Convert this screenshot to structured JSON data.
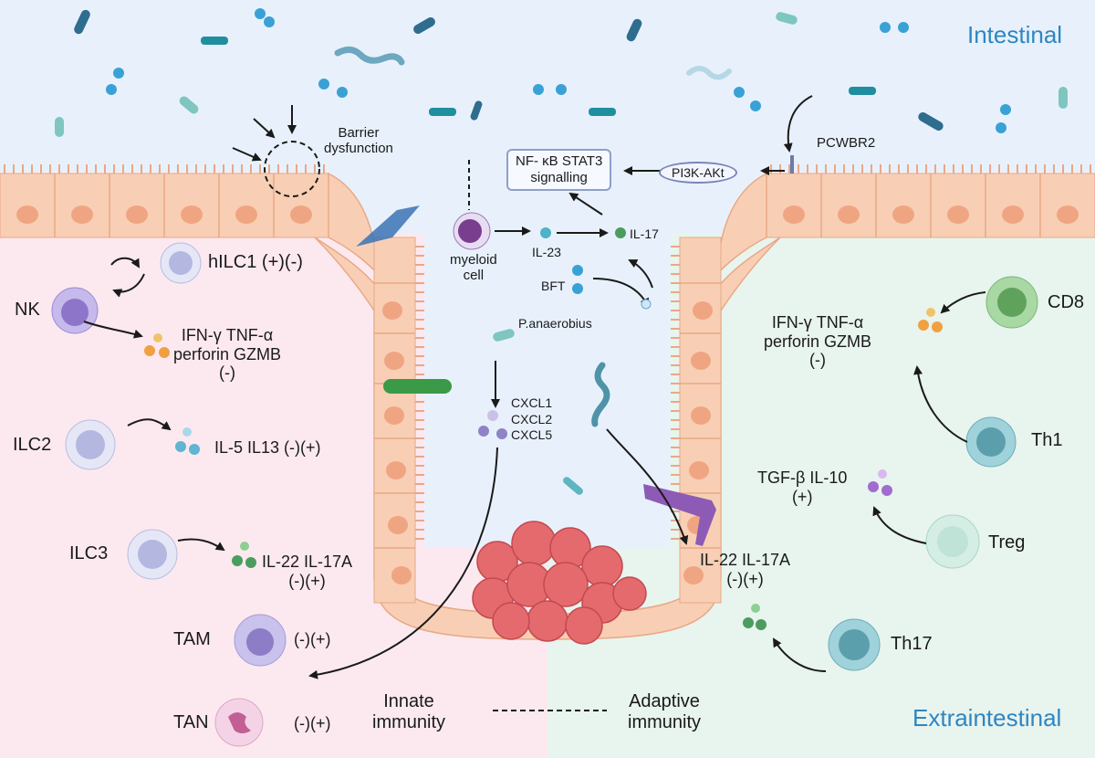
{
  "headings": {
    "intestinal": "Intestinal",
    "extraintestinal": "Extraintestinal"
  },
  "lumen": {
    "barrier_line1": "Barrier",
    "barrier_line2": "dysfunction",
    "pcwbr2": "PCWBR2",
    "pathway": "PI3K-AKt",
    "signalling_line1": "NF- κB STAT3",
    "signalling_line2": "signalling",
    "myeloid_line1": "myeloid",
    "myeloid_line2": "cell",
    "il23": "IL-23",
    "il17": "IL-17",
    "bft": "BFT",
    "p_anaerobius": "P.anaerobius",
    "cxcl1": "CXCL1",
    "cxcl2": "CXCL2",
    "cxcl5": "CXCL5"
  },
  "innate": {
    "nk": "NK",
    "hilc1": "hILC1 (+)(-)",
    "nk_cytokines_line1": "IFN-γ  TNF-α",
    "nk_cytokines_line2": "perforin GZMB",
    "nk_cytokines_line3": "(-)",
    "ilc2": "ILC2",
    "ilc2_cytokines": "IL-5  IL13 (-)(+)",
    "ilc3": "ILC3",
    "ilc3_cytokines_line1": "IL-22  IL-17A",
    "ilc3_cytokines_line2": "(-)(+)",
    "tam": "TAM",
    "tam_effect": "(-)(+)",
    "tan": "TAN",
    "tan_effect": "(-)(+)"
  },
  "adaptive": {
    "cd8": "CD8",
    "cd8_cytokines_line1": "IFN-γ  TNF-α",
    "cd8_cytokines_line2": "perforin GZMB",
    "cd8_cytokines_line3": "(-)",
    "th1": "Th1",
    "treg": "Treg",
    "treg_cytokines_line1": "TGF-β IL-10",
    "treg_cytokines_line2": "(+)",
    "th17": "Th17",
    "th17_cytokines_line1": "IL-22  IL-17A",
    "th17_cytokines_line2": "(-)(+)"
  },
  "legend": {
    "innate_line1": "Innate",
    "innate_line2": "immunity",
    "adaptive_line1": "Adaptive",
    "adaptive_line2": "immunity"
  },
  "colors": {
    "intestinal_bg": "#e8f1fb",
    "innate_bg": "#fce9f0",
    "adaptive_bg": "#e8f4ee",
    "epithelium": "#f8cfb4",
    "nucleus": "#f0a582",
    "heading": "#2e86c1",
    "tumor": "#e46a6e"
  }
}
